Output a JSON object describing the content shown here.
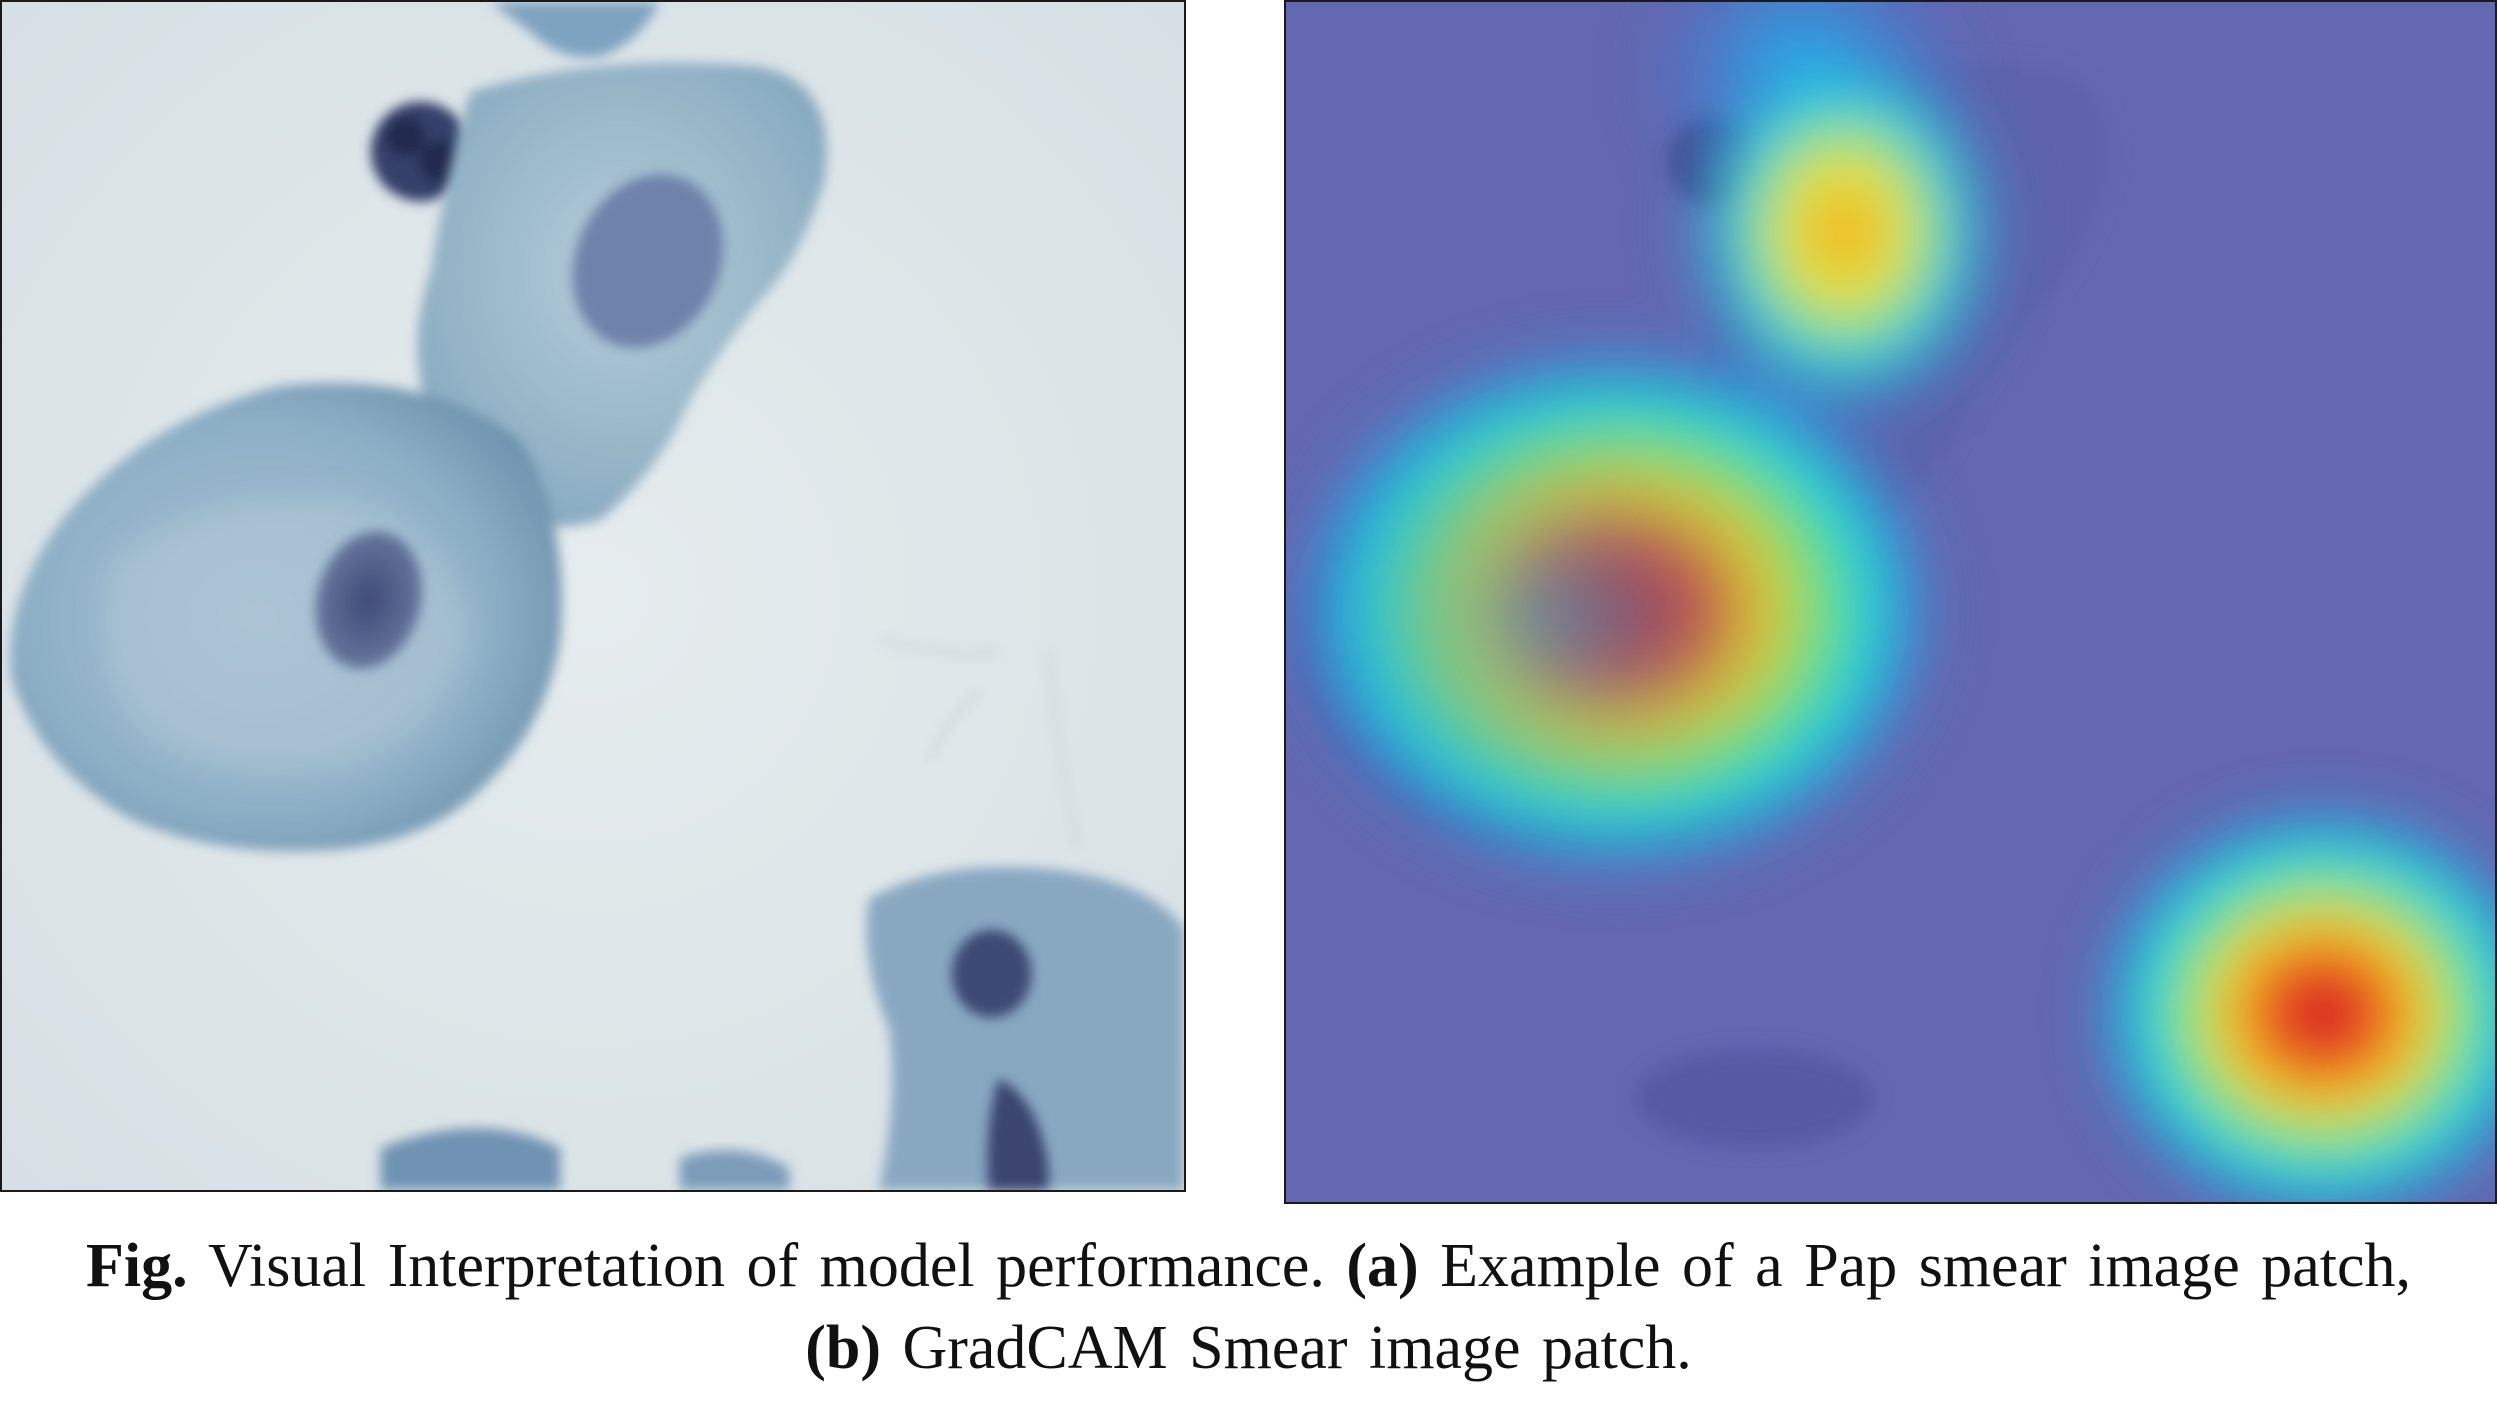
{
  "figure": {
    "caption": {
      "fig_label": "Fig.",
      "text_1": " Visual Interpretation of model performance. ",
      "label_a": "(a)",
      "text_a": " Example of a Pap smear image patch, ",
      "label_b": "(b)",
      "text_b": " GradCAM Smear image patch."
    },
    "panels": [
      {
        "id": "a",
        "content": "Pap smear image patch"
      },
      {
        "id": "b",
        "content": "GradCAM heatmap overlay"
      }
    ],
    "colors": {
      "stain_background": "#dfe6e8",
      "cytoplasm": "#8fb0c6",
      "nucleus": "#49557f",
      "overlay_base": "#6468b0",
      "heat_low": "#00e0ff",
      "heat_mid": "#ffe600",
      "heat_high": "#d0201a"
    }
  }
}
